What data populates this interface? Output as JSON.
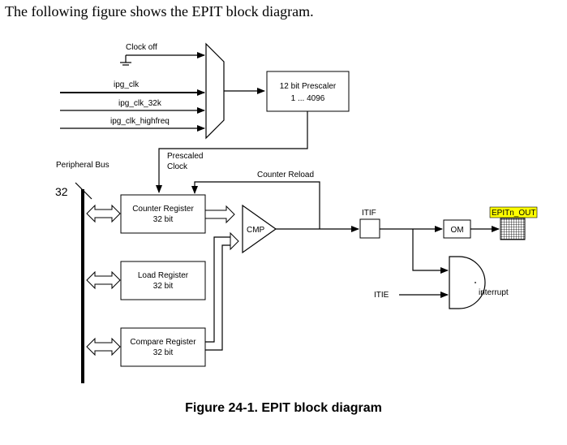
{
  "intro_text": "The following figure shows the EPIT block diagram.",
  "caption": "Figure 24-1. EPIT block diagram",
  "signals": {
    "clock_off": "Clock off",
    "ipg_clk": "ipg_clk",
    "ipg_clk_32k": "ipg_clk_32k",
    "ipg_clk_highfreq": "ipg_clk_highfreq",
    "prescaled_line1": "Prescaled",
    "prescaled_line2": "Clock",
    "peripheral_bus": "Peripheral Bus",
    "bus_width": "32",
    "counter_reload": "Counter Reload",
    "itif": "ITIF",
    "itie": "ITIE",
    "interrupt": "interrupt",
    "epit_out": "EPITn_OUT"
  },
  "blocks": {
    "prescaler_line1": "12 bit Prescaler",
    "prescaler_line2": "1 ... 4096",
    "counter_line1": "Counter Register",
    "counter_line2": "32 bit",
    "load_line1": "Load Register",
    "load_line2": "32 bit",
    "compare_line1": "Compare Register",
    "compare_line2": "32 bit",
    "cmp": "CMP",
    "om": "OM"
  },
  "colors": {
    "line": "#000000",
    "epit_out_highlight": "#ffff00"
  }
}
